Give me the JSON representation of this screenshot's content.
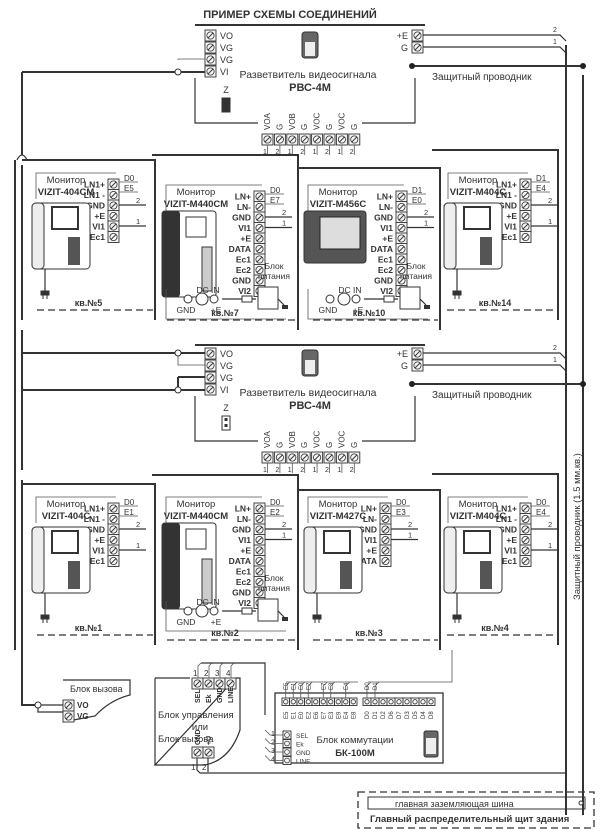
{
  "title": "ПРИМЕР СХЕМЫ СОЕДИНЕНИЙ",
  "splitters": [
    {
      "name": "Разветвитель видеосигнала",
      "model": "РВС-4М",
      "left_terminals": [
        "VO",
        "VG",
        "VG",
        "VI"
      ],
      "jumper_label": "Z",
      "jumper_state": "closed",
      "power_terminals": [
        "+E",
        "G"
      ],
      "power_wire_numbers": [
        "2",
        "1"
      ],
      "ground_label": "Защитный проводник",
      "out_terminals": [
        "VOA",
        "G",
        "VOB",
        "G",
        "VOC",
        "G",
        "VOC",
        "G"
      ],
      "out_wire_numbers": [
        "1",
        "2",
        "1",
        "2",
        "1",
        "2",
        "1",
        "2"
      ]
    },
    {
      "name": "Разветвитель видеосигнала",
      "model": "РВС-4М",
      "left_terminals": [
        "VO",
        "VG",
        "VG",
        "VI"
      ],
      "jumper_label": "Z",
      "jumper_state": "open",
      "power_terminals": [
        "+E",
        "G"
      ],
      "power_wire_numbers": [
        "2",
        "1"
      ],
      "ground_label": "Защитный проводник",
      "out_terminals": [
        "VOA",
        "G",
        "VOB",
        "G",
        "VOC",
        "G",
        "VOC",
        "G"
      ],
      "out_wire_numbers": [
        "1",
        "2",
        "1",
        "2",
        "1",
        "2",
        "1",
        "2"
      ]
    }
  ],
  "monitors": [
    {
      "apartment": "кв.№5",
      "caption": "Монитор",
      "model": "VIZIT-404CM",
      "terminals": [
        "LN1+",
        "LN1 -",
        "GND",
        "+E",
        "VI1",
        "Ec1"
      ],
      "wires": [
        "D0",
        "E5",
        "2",
        "1"
      ],
      "power": "plug"
    },
    {
      "apartment": "кв.№7",
      "caption": "Монитор",
      "model": "VIZIT-M440CM",
      "terminals": [
        "LN+",
        "LN-",
        "GND",
        "VI1",
        "+E",
        "DATA",
        "Ec1",
        "Ec2",
        "GND",
        "VI2"
      ],
      "wires": [
        "D0",
        "E7",
        "2",
        "1"
      ],
      "power": "dc"
    },
    {
      "apartment": "кв.№10",
      "caption": "Монитор",
      "model": "VIZIT-M456C",
      "terminals": [
        "LN+",
        "LN-",
        "GND",
        "VI1",
        "+E",
        "DATA",
        "Ec1",
        "Ec2",
        "GND",
        "VI2"
      ],
      "wires": [
        "D1",
        "E0",
        "2",
        "1"
      ],
      "power": "dc"
    },
    {
      "apartment": "кв.№14",
      "caption": "Монитор",
      "model": "VIZIT-M404C",
      "terminals": [
        "LN1+",
        "LN1 -",
        "GND",
        "+E",
        "VI1",
        "Ec1"
      ],
      "wires": [
        "D1",
        "E4",
        "2",
        "1"
      ],
      "power": "plug"
    },
    {
      "apartment": "кв.№1",
      "caption": "Монитор",
      "model": "VIZIT-404C",
      "terminals": [
        "LN1+",
        "LN1 -",
        "GND",
        "+E",
        "VI1",
        "Ec1"
      ],
      "wires": [
        "D0",
        "E1",
        "2",
        "1"
      ],
      "power": "plug"
    },
    {
      "apartment": "кв.№2",
      "caption": "Монитор",
      "model": "VIZIT-M440CM",
      "terminals": [
        "LN+",
        "LN-",
        "GND",
        "VI1",
        "+E",
        "DATA",
        "Ec1",
        "Ec2",
        "GND",
        "VI2"
      ],
      "wires": [
        "D0",
        "E2",
        "2",
        "1"
      ],
      "power": "dc"
    },
    {
      "apartment": "кв.№3",
      "caption": "Монитор",
      "model": "VIZIT-M427C",
      "terminals": [
        "LN+",
        "LN-",
        "GND",
        "VI1",
        "+E",
        "DATA"
      ],
      "wires": [
        "D0",
        "E3",
        "2",
        "1"
      ],
      "power": "psu"
    },
    {
      "apartment": "кв.№4",
      "caption": "Монитор",
      "model": "VIZIT-M404C",
      "terminals": [
        "LN1+",
        "LN1 -",
        "GND",
        "+E",
        "VI1",
        "Ec1"
      ],
      "wires": [
        "D0",
        "E4",
        "2",
        "1"
      ],
      "power": "plug"
    }
  ],
  "dc_in": {
    "label": "DC IN",
    "gnd": "GND",
    "plus": "+E",
    "psu_label_1": "Блок",
    "psu_label_2": "питания"
  },
  "psu_inline_label": "Блок питания",
  "call_block": {
    "title": "Блок  вызова",
    "terminals": [
      "VO",
      "VG"
    ]
  },
  "control_block": {
    "title_1": "Блок управления",
    "title_2": "или",
    "title_3": "Блок вызова",
    "top_terminals": [
      "SEL",
      "Ek",
      "GND",
      "LINE"
    ],
    "top_wire_numbers": [
      "1",
      "2",
      "3",
      "4"
    ],
    "bottom_terminals": [
      "GND",
      "+U"
    ],
    "bottom_wire_numbers": [
      "1",
      "2"
    ]
  },
  "switch_block": {
    "title": "Блок коммутации",
    "model": "БК-100М",
    "left_terminals": [
      "SEL",
      "Ek",
      "GND",
      "LINE"
    ],
    "left_wire_numbers": [
      "1",
      "2",
      "3",
      "4"
    ],
    "e_terminals": [
      "E5",
      "E1",
      "E0",
      "E2",
      "E6",
      "E7",
      "E3",
      "E9",
      "E4",
      "E8"
    ],
    "d_terminals": [
      "D0",
      "D1",
      "D2",
      "D6",
      "D7",
      "D3",
      "D5",
      "D4",
      "D8"
    ],
    "e_wires": [
      "E5",
      "E1",
      "E0",
      "E2",
      "E7",
      "E3",
      "E4"
    ],
    "d_wires": [
      "D1",
      "D0"
    ]
  },
  "ground_conductor_label": "Защитный  проводник  (1.5 мм.кв.)",
  "main_bus_label": "главная заземляющая шина",
  "main_panel_label": "Главный распределительный щит здания"
}
